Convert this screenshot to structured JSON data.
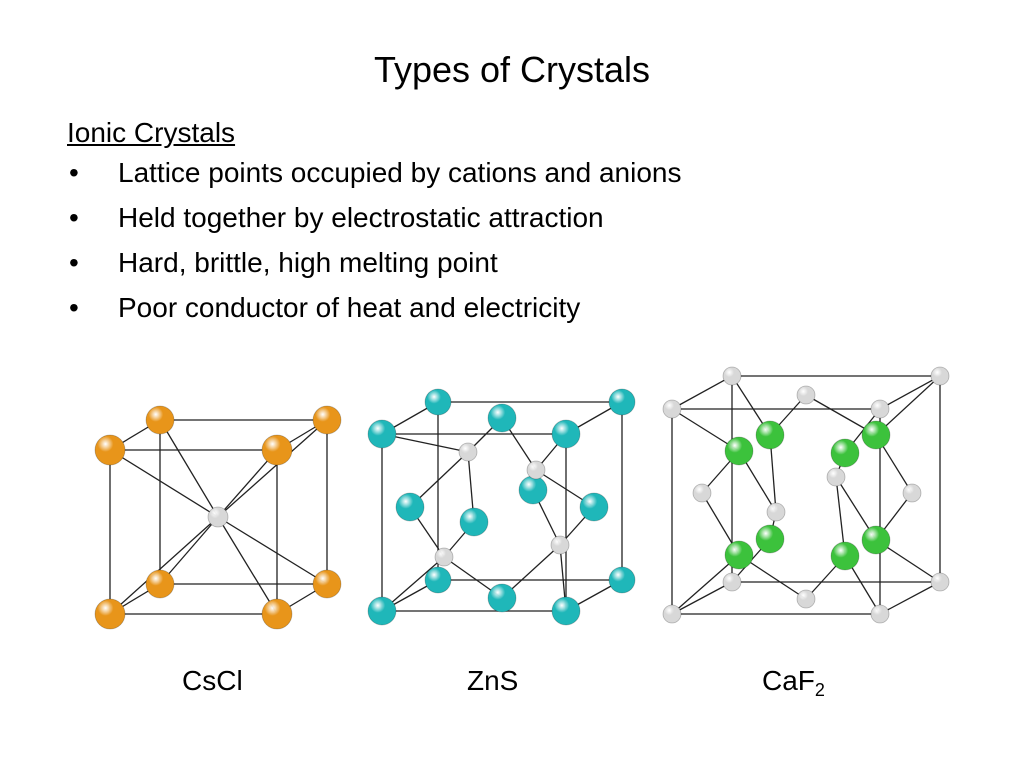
{
  "title": "Types of Crystals",
  "section": {
    "heading": "Ionic Crystals",
    "bullet_symbol": "•",
    "bullets": [
      "Lattice points occupied by cations and anions",
      "Held together by electrostatic attraction",
      "Hard, brittle, high melting point",
      "Poor conductor of heat and electricity"
    ]
  },
  "structures": [
    {
      "formula": "CsCl",
      "formula_base": "CsCl",
      "formula_sub": ""
    },
    {
      "formula": "ZnS",
      "formula_base": "ZnS",
      "formula_sub": ""
    },
    {
      "formula": "CaF2",
      "formula_base": "CaF",
      "formula_sub": "2"
    }
  ],
  "colors": {
    "cs_atom": "#e8951a",
    "zn_atom": "#1fb7b9",
    "f_atom": "#3cc23c",
    "small_atom": "#d8d8d8",
    "bond": "#222222"
  }
}
